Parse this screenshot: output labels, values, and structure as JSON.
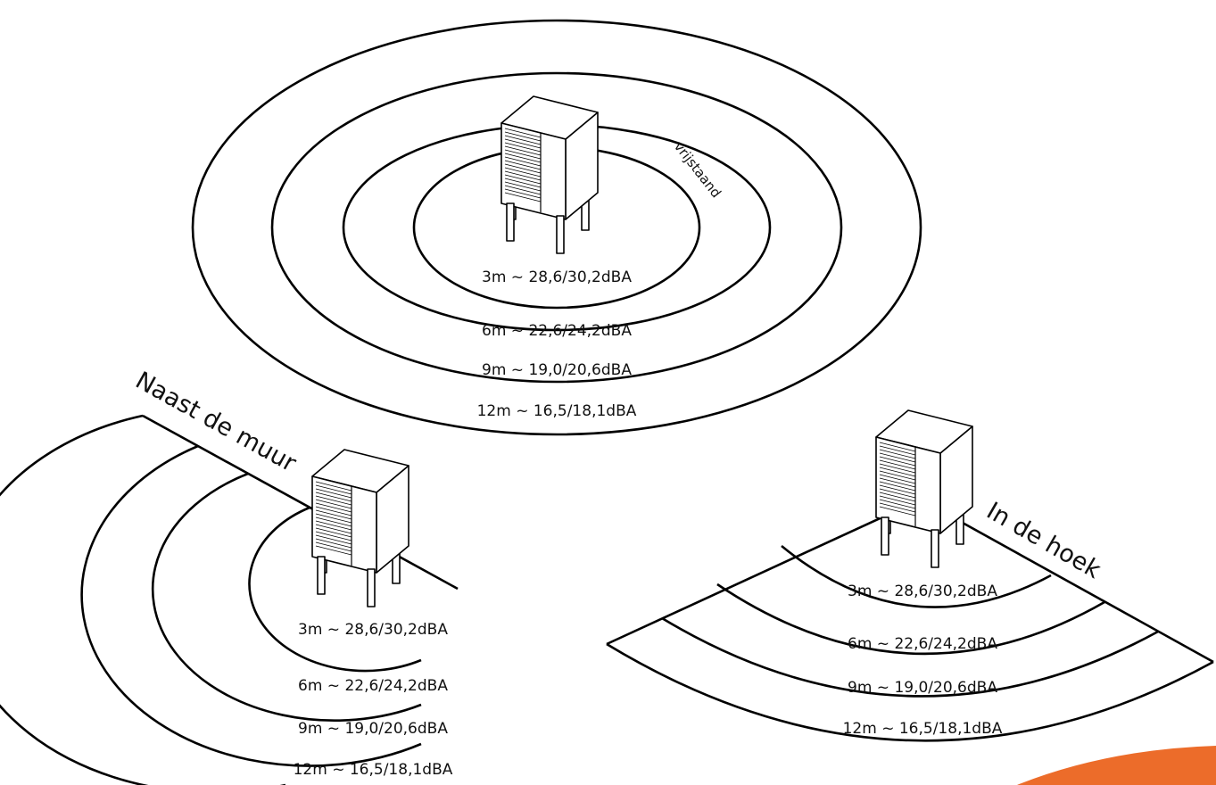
{
  "colors": {
    "accent": "#ec6c2a",
    "line": "#000000"
  },
  "freestanding": {
    "title": "vrijstaand",
    "labels": [
      "3m ~ 28,6/30,2dBA",
      "6m ~ 22,6/24,2dBA",
      "9m ~ 19,0/20,6dBA",
      "12m ~ 16,5/18,1dBA"
    ]
  },
  "wall": {
    "title": "Naast de muur",
    "labels": [
      "3m ~ 28,6/30,2dBA",
      "6m ~ 22,6/24,2dBA",
      "9m ~ 19,0/20,6dBA",
      "12m ~ 16,5/18,1dBA"
    ]
  },
  "corner": {
    "title": "In de hoek",
    "labels": [
      "3m ~ 28,6/30,2dBA",
      "6m ~ 22,6/24,2dBA",
      "9m ~ 19,0/20,6dBA",
      "12m ~ 16,5/18,1dBA"
    ]
  }
}
